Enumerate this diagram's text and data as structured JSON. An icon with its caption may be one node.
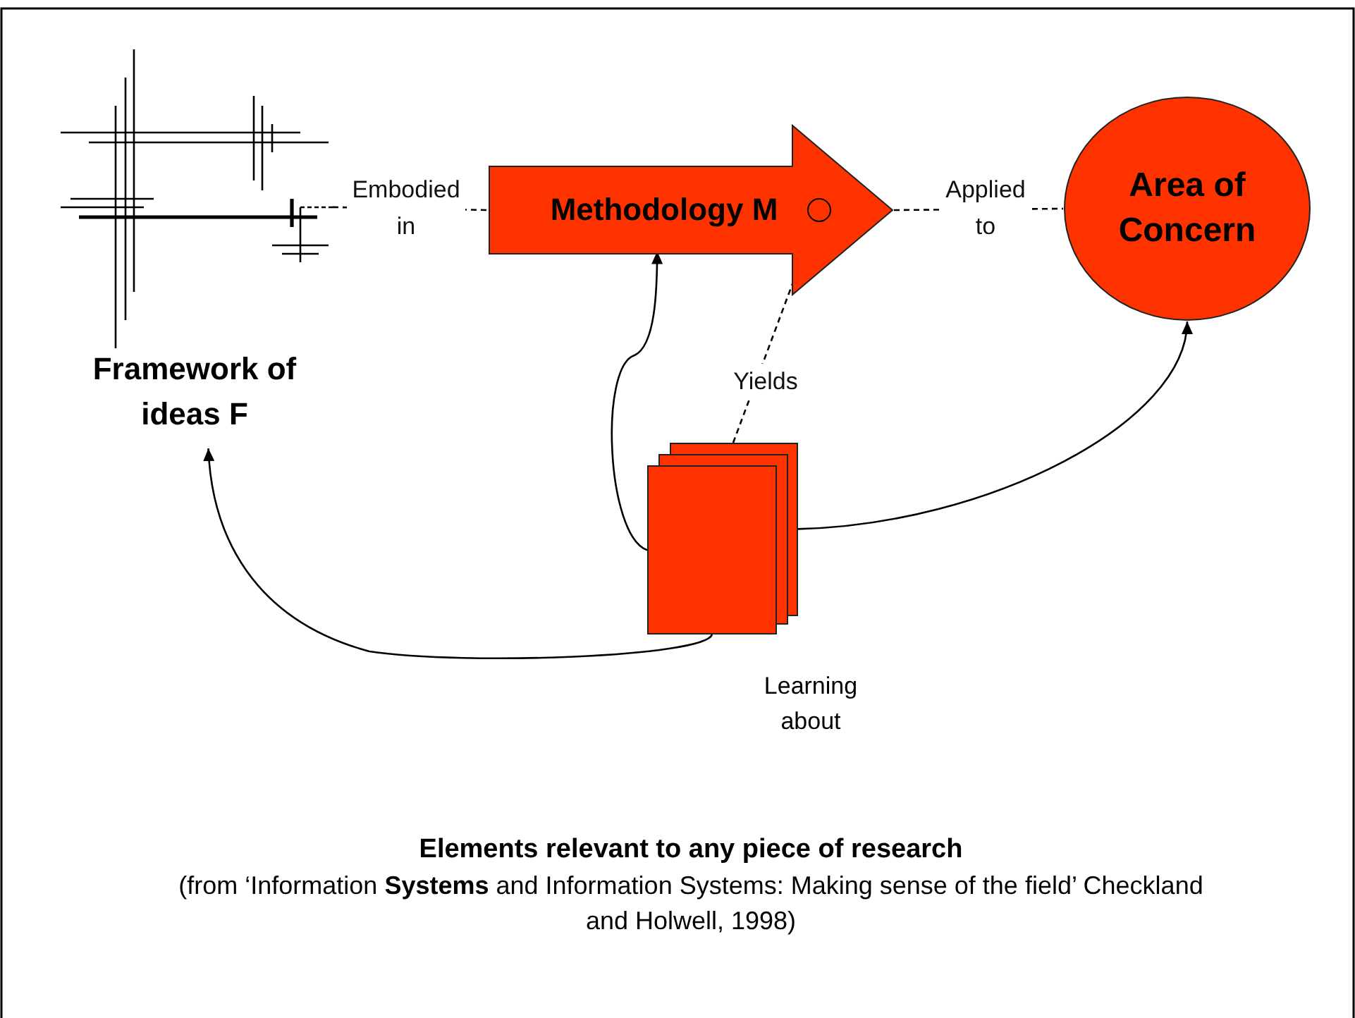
{
  "diagram": {
    "title": "Elements relevant to any piece of research",
    "caption": "(from ‘Information **Systems** and Information Systems: Making sense of the field’ Checkland and Holwell, 1998)",
    "nodes": [
      {
        "text": [
          "Framework of ideas F"
        ]
      },
      {
        "text": [
          "Methodology M"
        ]
      },
      {
        "text": [
          "Area of Concern"
        ]
      },
      {
        "text": [],
        "shape": "box",
        "beside": [
          "Learning about"
        ]
      },
      {
        "text": [],
        "shape": "circle",
        "in": 1
      }
    ],
    "edges": [
      {
        "from": 0,
        "to": 1,
        "arrow": "none",
        "label": "Embodied in",
        "style": "dashed"
      },
      {
        "from": 1,
        "to": 2,
        "arrow": "none",
        "label": "Applied to",
        "style": "dashed"
      },
      {
        "from": 3,
        "to": 4,
        "arrow": "none",
        "label": "Yields",
        "style": "dashed"
      },
      {
        "from": 3,
        "to": 1,
        "arrow": "to"
      },
      {
        "from": 3,
        "to": 2,
        "arrow": "to"
      },
      {
        "from": 3,
        "to": 0,
        "arrow": "to"
      }
    ]
  }
}
